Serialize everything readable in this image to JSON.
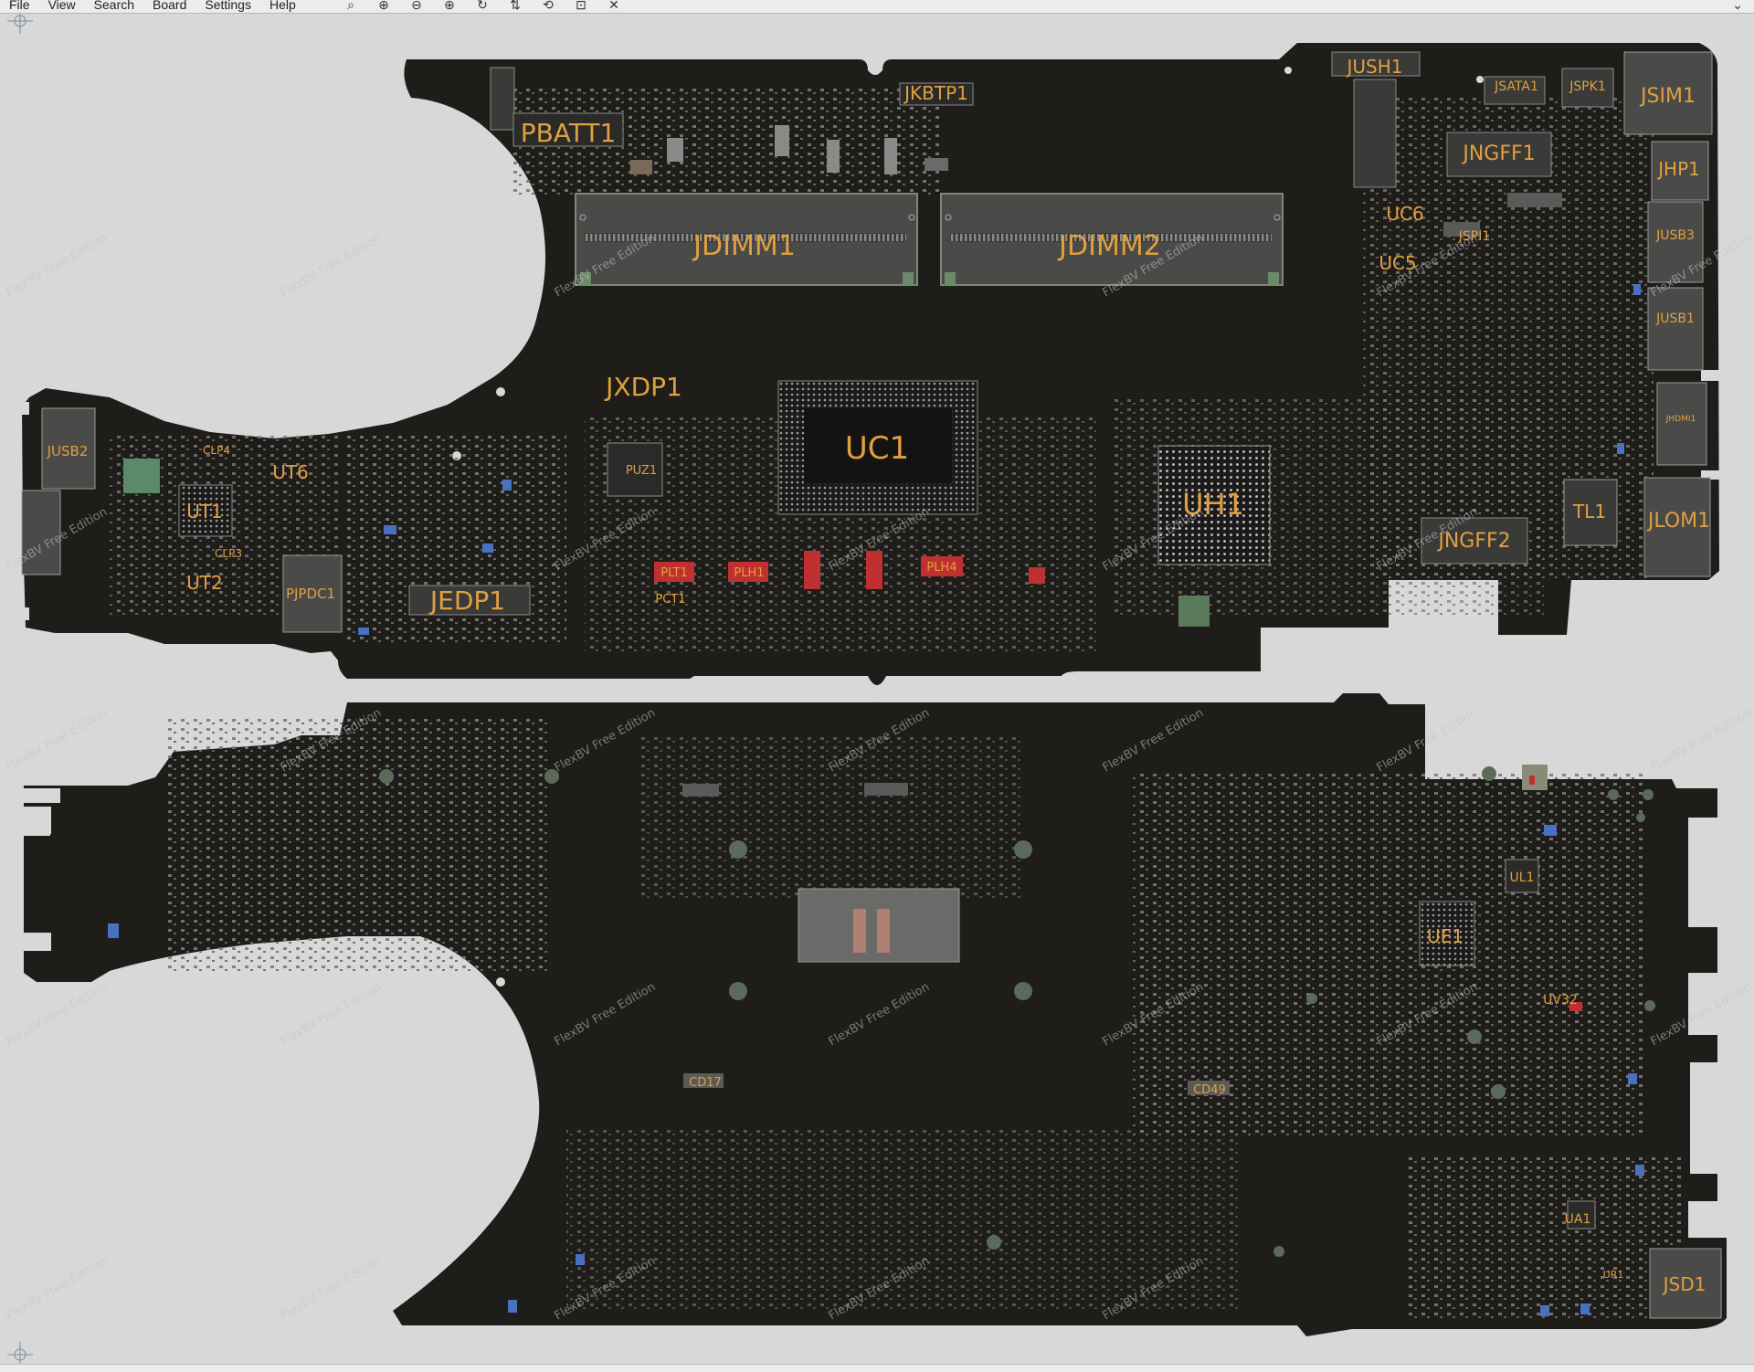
{
  "menu": {
    "file": "File",
    "view": "View",
    "search": "Search",
    "board": "Board",
    "settings": "Settings",
    "help": "Help"
  },
  "toolbar_icons": [
    "zoom-icon",
    "zoom-in-icon",
    "zoom-out-icon",
    "zoom-fit-icon",
    "rotate-icon",
    "flip-icon",
    "mirror-icon",
    "center-icon",
    "close-icon"
  ],
  "watermark": "FlexBV Free Edition",
  "components": {
    "jdimm1": "JDIMM1",
    "jdimm2": "JDIMM2",
    "uc1": "UC1",
    "uh1": "UH1",
    "pbatt1": "PBATT1",
    "jkbtp1": "JKBTP1",
    "jxdp1": "JXDP1",
    "jedp1": "JEDP1",
    "ut1": "UT1",
    "ut2": "UT2",
    "ut6": "UT6",
    "pjpdc1": "PJPDC1",
    "jusb2": "JUSB2",
    "jusb1": "JUSB1",
    "jusb3": "JUSB3",
    "jsim1": "JSIM1",
    "jhp1": "JHP1",
    "jlom1": "JLOM1",
    "jngff1": "JNGFF1",
    "jngff2": "JNGFF2",
    "jush1": "JUSH1",
    "jsata1": "JSATA1",
    "jspk1": "JSPK1",
    "uc6": "UC6",
    "uc5": "UC5",
    "jspi1": "JSPI1",
    "tl1": "TL1",
    "puz1": "PUZ1",
    "plt1": "PLT1",
    "plh1": "PLH1",
    "plh4": "PLH4",
    "pct1": "PCT1",
    "clp4": "CLP4",
    "clp3": "CLP3",
    "ul1": "UL1",
    "ue1": "UE1",
    "uv32": "UV32",
    "ua1": "UA1",
    "ur1": "UR1",
    "jsd1": "JSD1",
    "cd17": "CD17",
    "cd49": "CD49",
    "jhdmi1": "JHDMI1"
  },
  "colors": {
    "board": "#1f1d1a",
    "background": "#d8d8d8",
    "label": "#e0a040",
    "pad": "#5a5a5a",
    "accent_red": "#d03030",
    "accent_blue": "#4a70c0",
    "accent_green": "#4a8a5a"
  }
}
